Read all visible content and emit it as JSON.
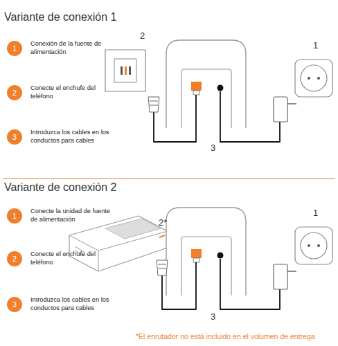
{
  "diagram": {
    "nodes": [
      {
        "text": [
          "1",
          "Conexión de la fuente de alimentación"
        ]
      },
      {
        "text": [
          "2",
          "Conecte el enchufe del teléfono"
        ]
      },
      {
        "text": [
          "3",
          "Introduzca los cables en los conductos para cables"
        ]
      },
      {
        "text": [
          "1",
          "Conecte la unidad de fuente de alimentación"
        ]
      },
      {
        "text": [
          "2",
          "Conecte el enchufe del teléfono"
        ]
      },
      {
        "text": [
          "3",
          "Introduzca los cables en los conductos para cables"
        ]
      }
    ],
    "labels": [
      "Variante de conexión 1",
      "2",
      "1",
      "3",
      "Variante de conexión 2",
      "2*",
      "1",
      "3",
      "*El enrutador no está incluido en el volumen de entrega"
    ]
  }
}
